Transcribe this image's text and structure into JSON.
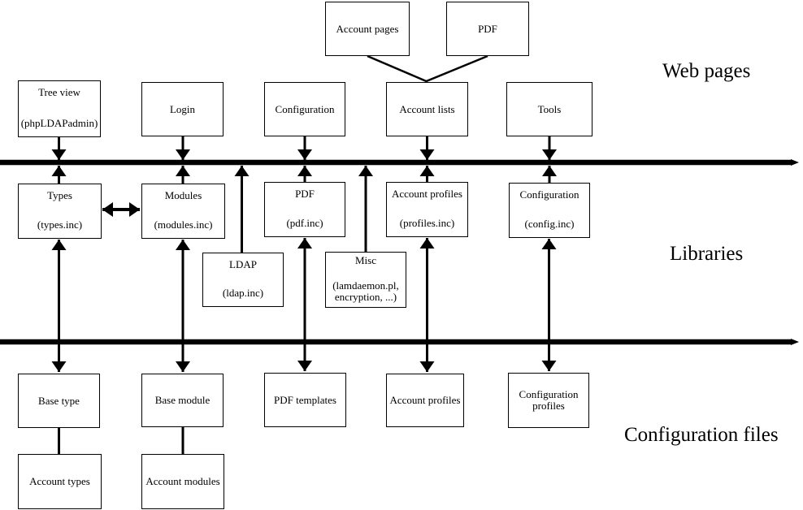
{
  "diagram": {
    "section_labels": {
      "web_pages": "Web pages",
      "libraries": "Libraries",
      "configuration_files": "Configuration files"
    },
    "nodes": {
      "account_pages": {
        "line1": "Account pages"
      },
      "pdf_top": {
        "line1": "PDF"
      },
      "tree_view": {
        "line1": "Tree view",
        "line2": "(phpLDAPadmin)"
      },
      "login": {
        "line1": "Login"
      },
      "configuration_web": {
        "line1": "Configuration"
      },
      "account_lists": {
        "line1": "Account lists"
      },
      "tools": {
        "line1": "Tools"
      },
      "types": {
        "line1": "Types",
        "line2": "(types.inc)"
      },
      "modules": {
        "line1": "Modules",
        "line2": "(modules.inc)"
      },
      "pdf_lib": {
        "line1": "PDF",
        "line2": "(pdf.inc)"
      },
      "account_profiles_lib": {
        "line1": "Account profiles",
        "line2": "(profiles.inc)"
      },
      "configuration_lib": {
        "line1": "Configuration",
        "line2": "(config.inc)"
      },
      "ldap": {
        "line1": "LDAP",
        "line2": "(ldap.inc)"
      },
      "misc": {
        "line1": "Misc",
        "line2": "(lamdaemon.pl,\nencryption, ...)"
      },
      "base_type": {
        "line1": "Base type"
      },
      "base_module": {
        "line1": "Base module"
      },
      "pdf_templates": {
        "line1": "PDF templates"
      },
      "account_profiles_files": {
        "line1": "Account profiles"
      },
      "configuration_profiles": {
        "line1": "Configuration\nprofiles"
      },
      "account_types": {
        "line1": "Account types"
      },
      "account_modules": {
        "line1": "Account modules"
      }
    },
    "colors": {
      "line": "#000000",
      "box_border": "#000000",
      "background": "#ffffff"
    }
  }
}
